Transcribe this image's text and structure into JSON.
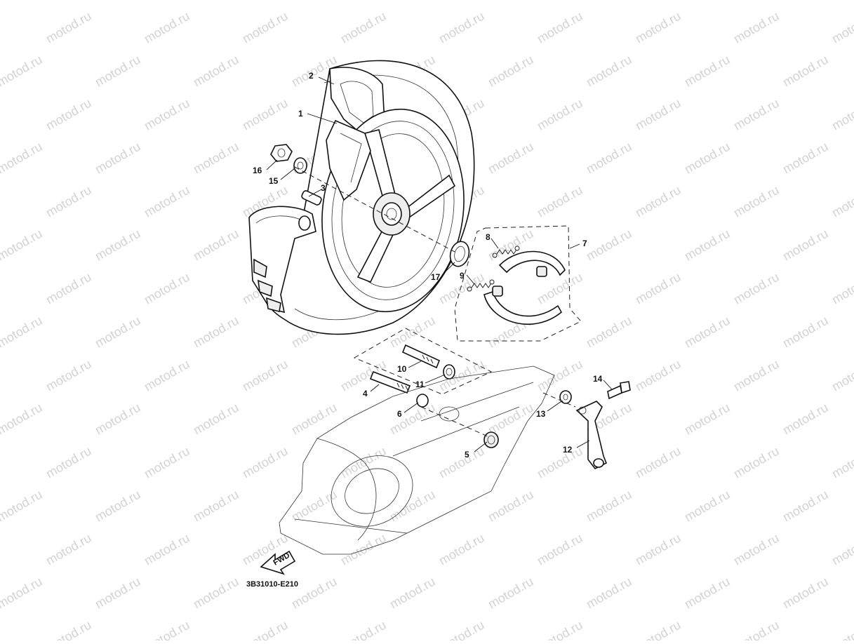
{
  "diagram": {
    "watermark_text": "motod.ru",
    "drawing_code": "3B31010-E210",
    "fwd_label": "FWD",
    "callouts": [
      {
        "id": "c1",
        "label": "1"
      },
      {
        "id": "c2",
        "label": "2"
      },
      {
        "id": "c3",
        "label": "3"
      },
      {
        "id": "c4",
        "label": "4"
      },
      {
        "id": "c5",
        "label": "5"
      },
      {
        "id": "c6",
        "label": "6"
      },
      {
        "id": "c7",
        "label": "7"
      },
      {
        "id": "c8",
        "label": "8"
      },
      {
        "id": "c9",
        "label": "9"
      },
      {
        "id": "c10",
        "label": "10"
      },
      {
        "id": "c11",
        "label": "11"
      },
      {
        "id": "c12",
        "label": "12"
      },
      {
        "id": "c13",
        "label": "13"
      },
      {
        "id": "c14",
        "label": "14"
      },
      {
        "id": "c15",
        "label": "15"
      },
      {
        "id": "c16",
        "label": "16"
      },
      {
        "id": "c17",
        "label": "17"
      }
    ]
  }
}
